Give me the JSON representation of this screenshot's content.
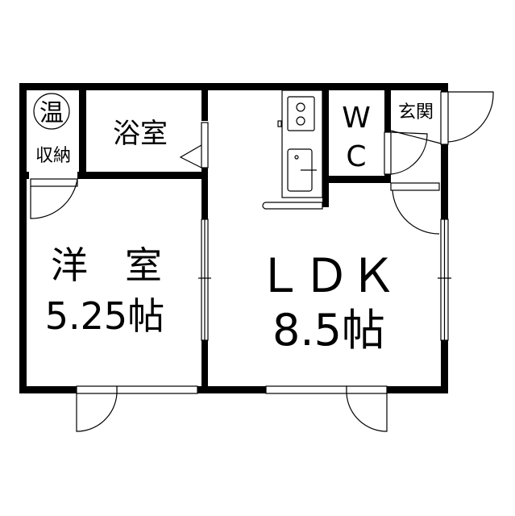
{
  "floor_plan": {
    "rooms": {
      "storage_hot": {
        "symbol": "温",
        "label": "収納"
      },
      "bath": {
        "label": "浴室"
      },
      "western_room": {
        "name": "洋　室",
        "size": "5.25帖"
      },
      "ldk": {
        "name": "ＬＤＫ",
        "size": "8.5帖"
      },
      "wc": {
        "line1": "W",
        "line2": "C"
      },
      "entrance": {
        "label": "玄関"
      }
    },
    "colors": {
      "wall": "#000000",
      "background": "#ffffff"
    }
  }
}
